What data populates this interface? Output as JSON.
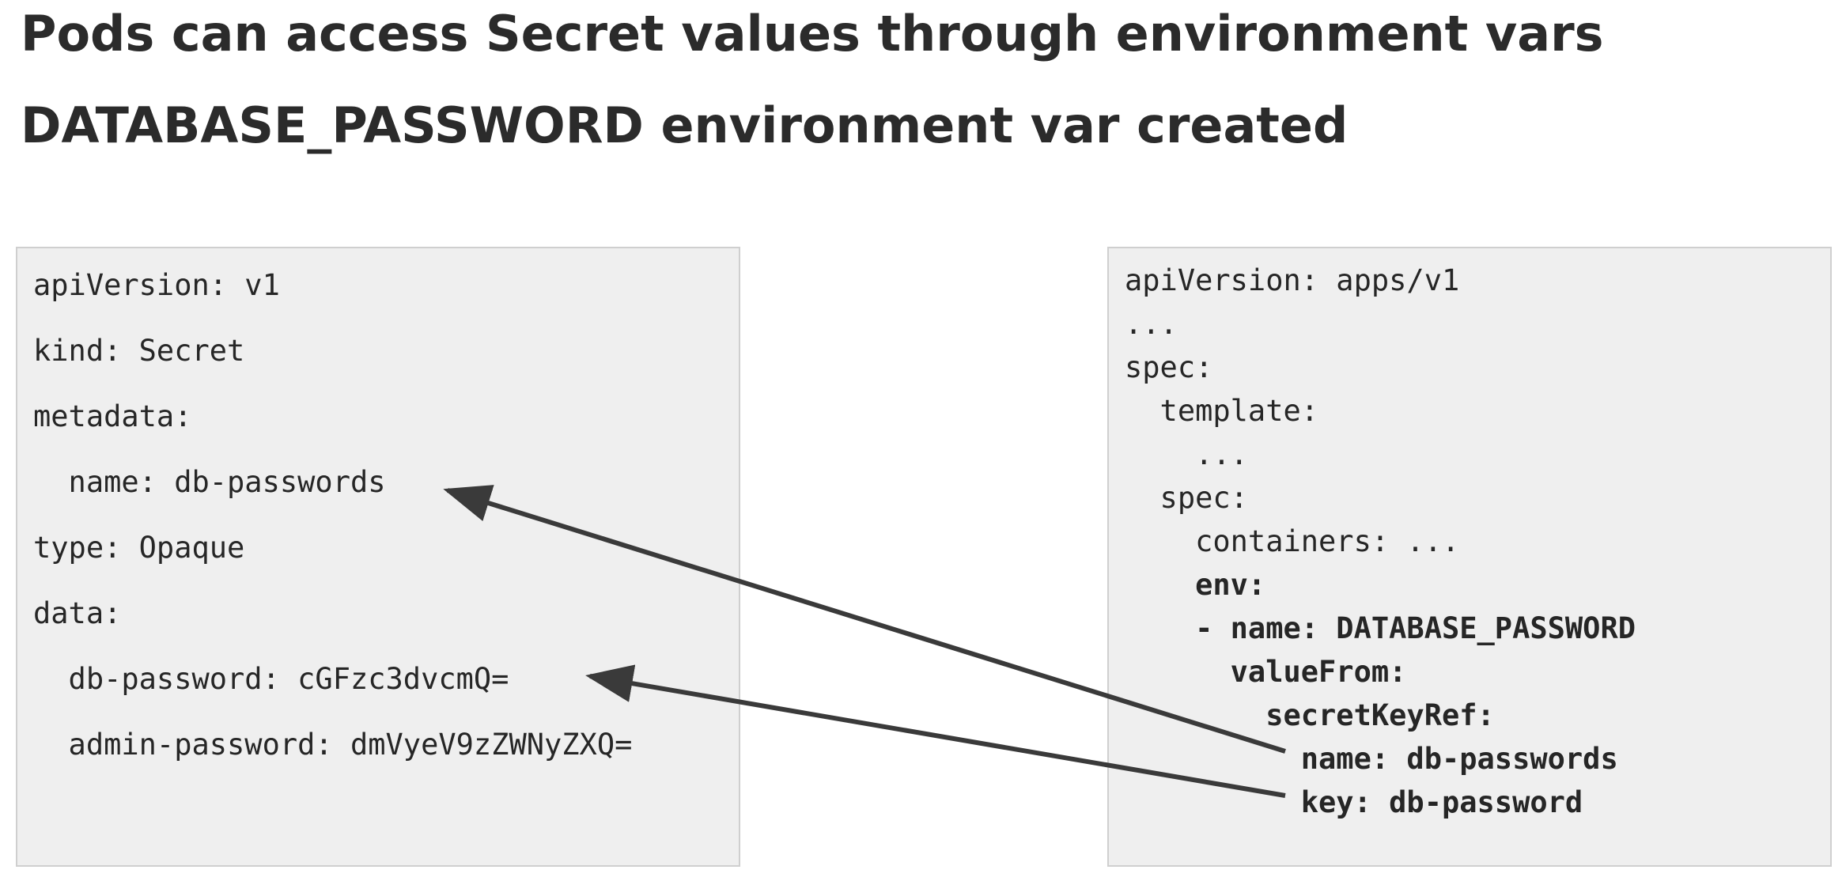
{
  "slide": {
    "title_line1": "Pods can access Secret values through environment vars",
    "title_line2": "DATABASE_PASSWORD environment var created"
  },
  "secret_yaml": {
    "lines": [
      "apiVersion: v1",
      "kind: Secret",
      "metadata:",
      "  name: db-passwords",
      "type: Opaque",
      "data:",
      "  db-password: cGFzc3dvcmQ=",
      "  admin-password: dmVyeV9zZWNyZXQ="
    ]
  },
  "deployment_yaml": {
    "lines": [
      "apiVersion: apps/v1",
      "...",
      "spec:",
      "  template:",
      "    ...",
      "  spec:",
      "    containers: ...",
      "    env:",
      "    - name: DATABASE_PASSWORD",
      "      valueFrom:",
      "        secretKeyRef:",
      "          name: db-passwords",
      "          key: db-password"
    ]
  },
  "colors": {
    "panel_background": "#efefef",
    "panel_border": "#cfcfcf",
    "arrow": "#3a3a3a",
    "title_text": "#2b2b2b"
  }
}
